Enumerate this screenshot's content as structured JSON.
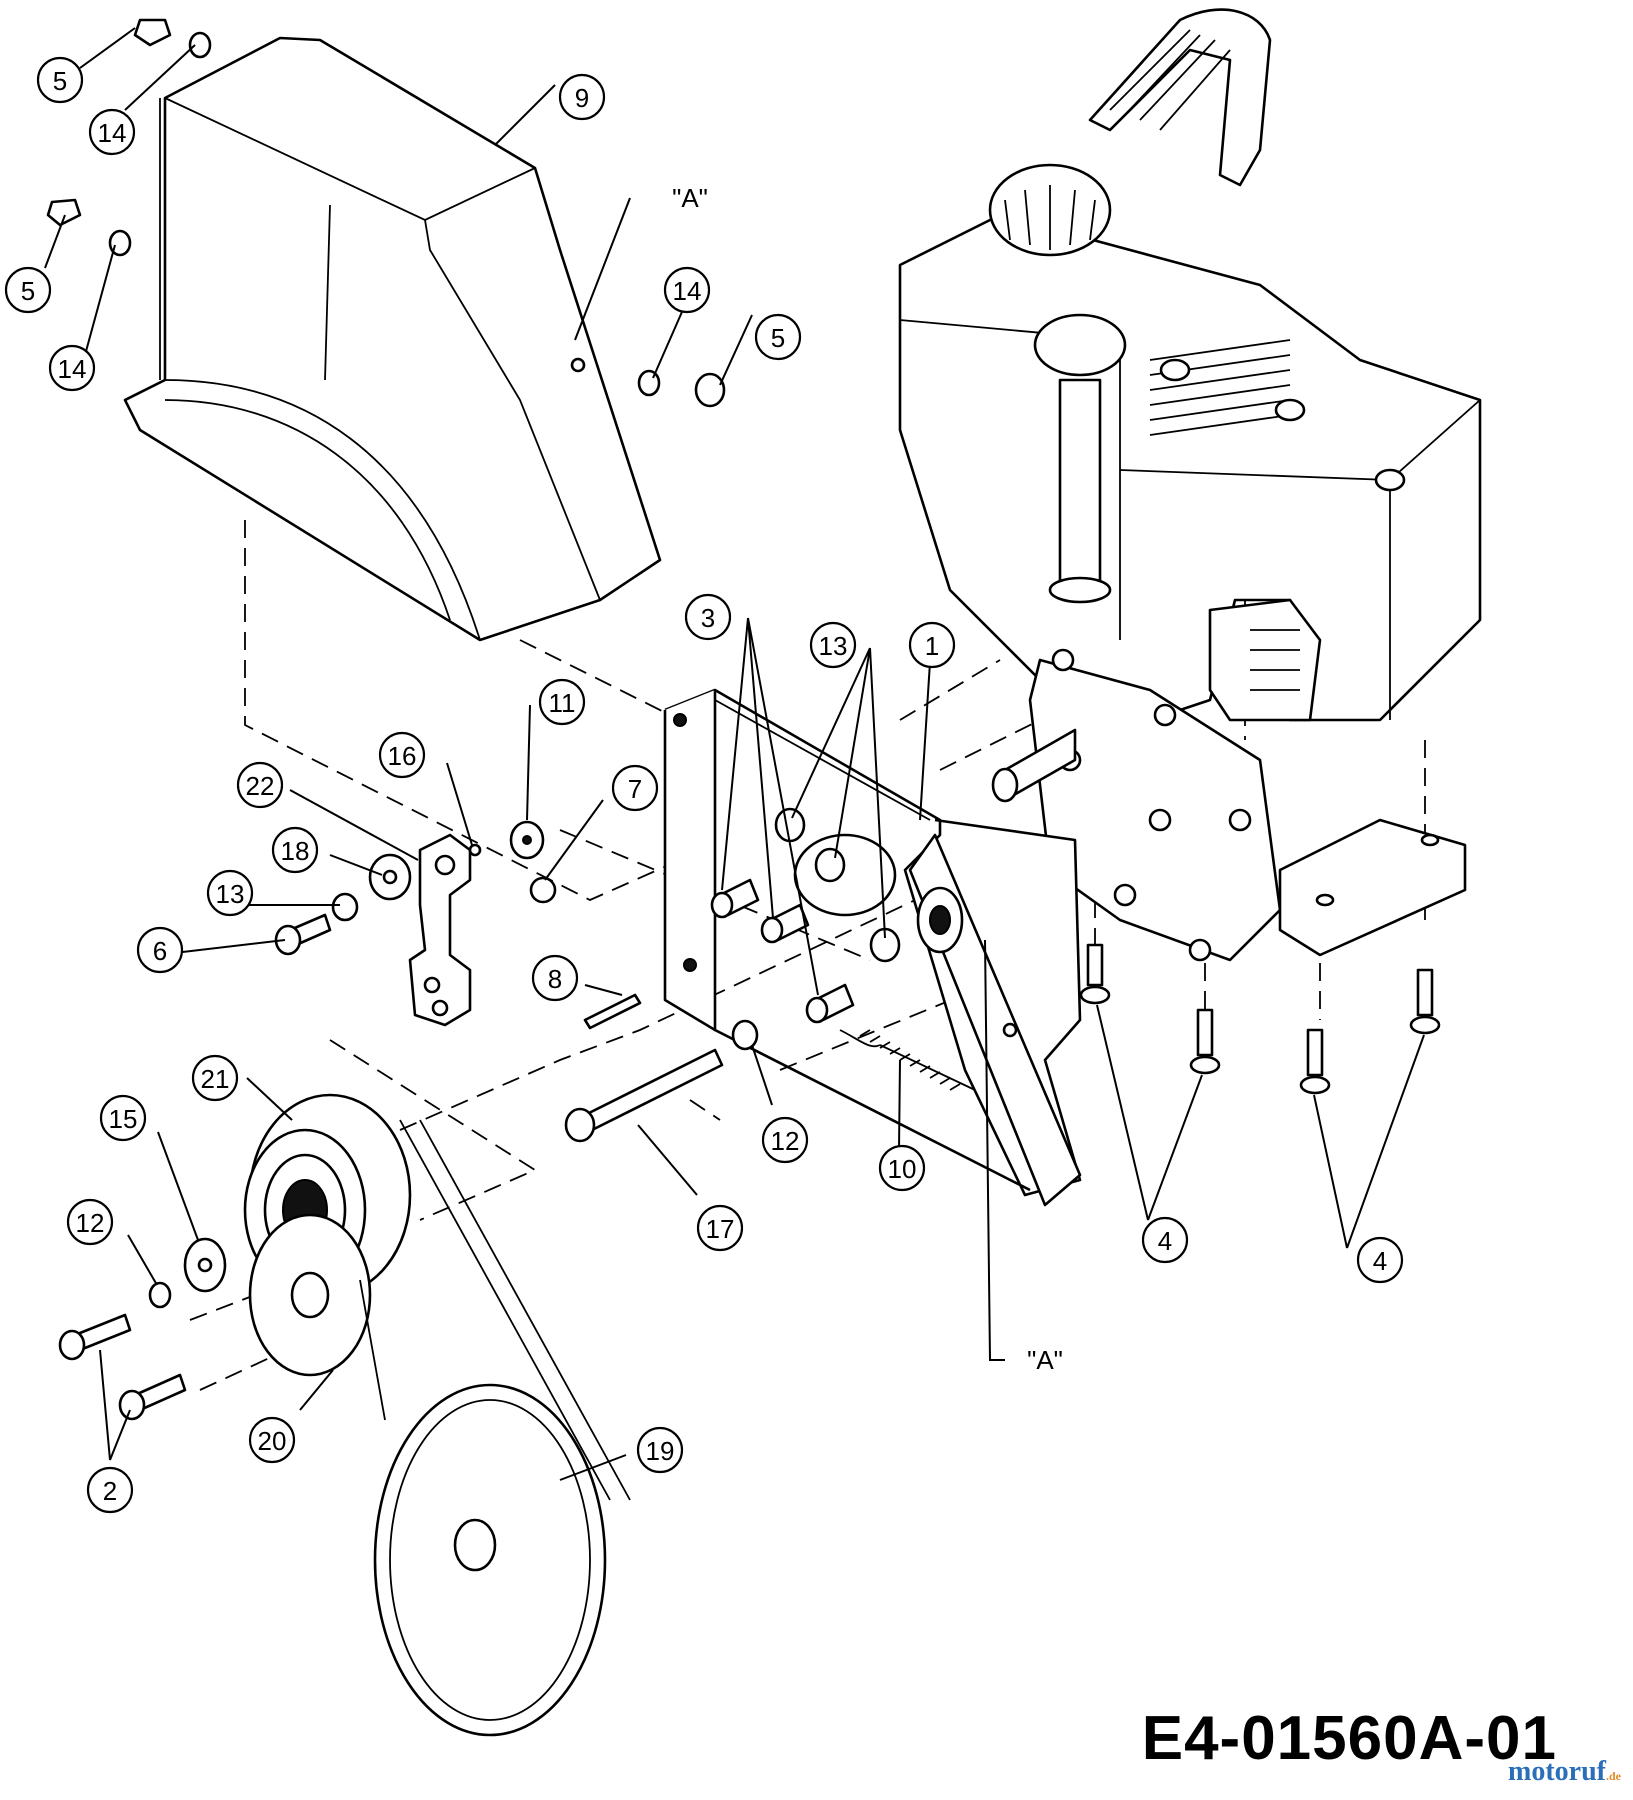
{
  "drawing_code": "E4-01560A-01",
  "watermark": {
    "text": "motoruf",
    "suffix": ".de"
  },
  "reference_labels": [
    "\"A\"",
    "\"A\""
  ],
  "callouts": [
    {
      "label": "5"
    },
    {
      "label": "14"
    },
    {
      "label": "9"
    },
    {
      "label": "5"
    },
    {
      "label": "14"
    },
    {
      "label": "14"
    },
    {
      "label": "5"
    },
    {
      "label": "3"
    },
    {
      "label": "13"
    },
    {
      "label": "1"
    },
    {
      "label": "11"
    },
    {
      "label": "16"
    },
    {
      "label": "22"
    },
    {
      "label": "7"
    },
    {
      "label": "18"
    },
    {
      "label": "13"
    },
    {
      "label": "6"
    },
    {
      "label": "8"
    },
    {
      "label": "21"
    },
    {
      "label": "15"
    },
    {
      "label": "12"
    },
    {
      "label": "12"
    },
    {
      "label": "10"
    },
    {
      "label": "17"
    },
    {
      "label": "4"
    },
    {
      "label": "4"
    },
    {
      "label": "20"
    },
    {
      "label": "19"
    },
    {
      "label": "2"
    }
  ]
}
